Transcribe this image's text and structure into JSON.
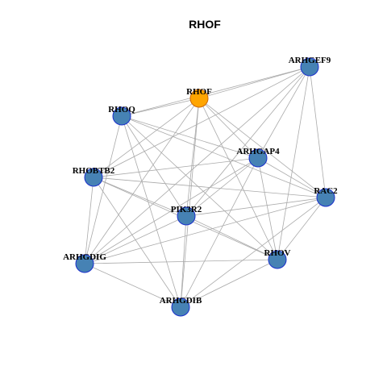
{
  "title": "RHOF",
  "colors": {
    "center_fill": "#ffa500",
    "center_stroke": "#cc6600",
    "node_fill": "#4682b4",
    "node_stroke": "#1a2fcc",
    "edge": "#aaaaaa"
  },
  "nodes": [
    {
      "id": "ARHGEF9",
      "label": "ARHGEF9",
      "center": false
    },
    {
      "id": "RHOF",
      "label": "RHOF",
      "center": true
    },
    {
      "id": "RHOQ",
      "label": "RHOQ",
      "center": false
    },
    {
      "id": "ARHGAP4",
      "label": "ARHGAP4",
      "center": false
    },
    {
      "id": "RHOBTB2",
      "label": "RHOBTB2",
      "center": false
    },
    {
      "id": "RAC2",
      "label": "RAC2",
      "center": false
    },
    {
      "id": "PIK3R2",
      "label": "PIK3R2",
      "center": false
    },
    {
      "id": "ARHGDIG",
      "label": "ARHGDIG",
      "center": false
    },
    {
      "id": "RHOV",
      "label": "RHOV",
      "center": false
    },
    {
      "id": "ARHGDIB",
      "label": "ARHGDIB",
      "center": false
    }
  ],
  "edges": [
    [
      "ARHGEF9",
      "RHOF"
    ],
    [
      "ARHGEF9",
      "RHOQ"
    ],
    [
      "ARHGEF9",
      "ARHGAP4"
    ],
    [
      "ARHGEF9",
      "RHOBTB2"
    ],
    [
      "ARHGEF9",
      "RAC2"
    ],
    [
      "ARHGEF9",
      "PIK3R2"
    ],
    [
      "ARHGEF9",
      "RHOV"
    ],
    [
      "ARHGEF9",
      "ARHGDIG"
    ],
    [
      "RHOF",
      "RHOQ"
    ],
    [
      "RHOF",
      "ARHGAP4"
    ],
    [
      "RHOF",
      "RHOBTB2"
    ],
    [
      "RHOF",
      "RAC2"
    ],
    [
      "RHOF",
      "PIK3R2"
    ],
    [
      "RHOF",
      "ARHGDIG"
    ],
    [
      "RHOF",
      "RHOV"
    ],
    [
      "RHOF",
      "ARHGDIB"
    ],
    [
      "RHOQ",
      "ARHGAP4"
    ],
    [
      "RHOQ",
      "RAC2"
    ],
    [
      "RHOQ",
      "PIK3R2"
    ],
    [
      "RHOQ",
      "RHOV"
    ],
    [
      "RHOQ",
      "ARHGDIB"
    ],
    [
      "RHOQ",
      "ARHGDIG"
    ],
    [
      "ARHGAP4",
      "RHOBTB2"
    ],
    [
      "ARHGAP4",
      "RAC2"
    ],
    [
      "ARHGAP4",
      "PIK3R2"
    ],
    [
      "ARHGAP4",
      "RHOV"
    ],
    [
      "ARHGAP4",
      "ARHGDIG"
    ],
    [
      "ARHGAP4",
      "ARHGDIB"
    ],
    [
      "RHOBTB2",
      "RAC2"
    ],
    [
      "RHOBTB2",
      "PIK3R2"
    ],
    [
      "RHOBTB2",
      "RHOV"
    ],
    [
      "RHOBTB2",
      "ARHGDIG"
    ],
    [
      "RHOBTB2",
      "ARHGDIB"
    ],
    [
      "RAC2",
      "PIK3R2"
    ],
    [
      "RAC2",
      "RHOV"
    ],
    [
      "RAC2",
      "ARHGDIG"
    ],
    [
      "RAC2",
      "ARHGDIB"
    ],
    [
      "PIK3R2",
      "RHOV"
    ],
    [
      "PIK3R2",
      "ARHGDIG"
    ],
    [
      "PIK3R2",
      "ARHGDIB"
    ],
    [
      "ARHGDIG",
      "RHOV"
    ],
    [
      "ARHGDIG",
      "ARHGDIB"
    ],
    [
      "RHOV",
      "ARHGDIB"
    ]
  ]
}
